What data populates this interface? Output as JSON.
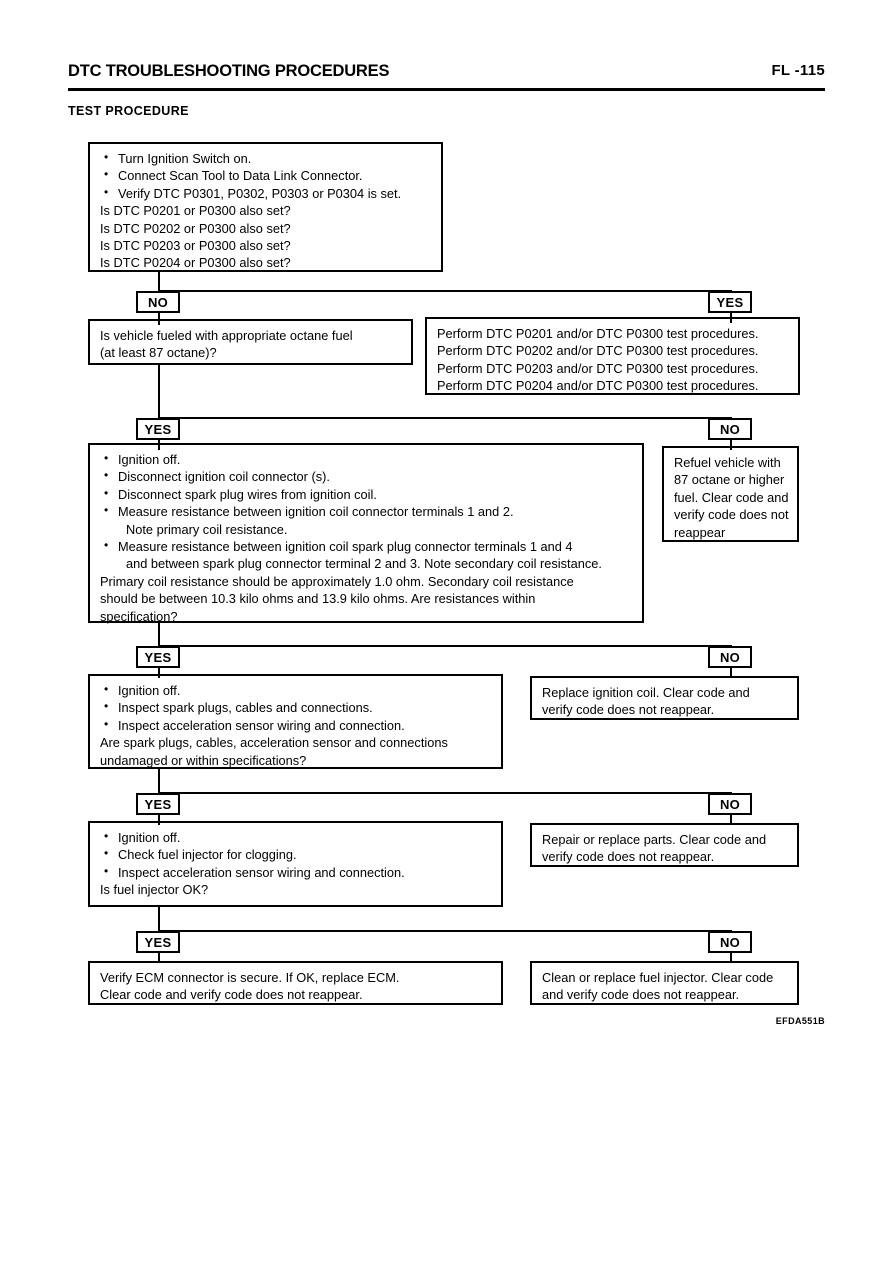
{
  "header": {
    "title": "DTC TROUBLESHOOTING PROCEDURES",
    "page_code": "FL -115"
  },
  "section_label": "TEST  PROCEDURE",
  "figure_code": "EFDA551B",
  "branch_labels": {
    "yes": "YES",
    "no": "NO"
  },
  "flow": {
    "step1": {
      "bullets": [
        "Turn Ignition Switch on.",
        "Connect Scan Tool to Data Link Connector.",
        "Verify DTC P0301, P0302, P0303 or P0304 is set."
      ],
      "questions": [
        "Is DTC P0201 or P0300 also set?",
        "Is DTC P0202 or P0300 also set?",
        "Is DTC P0203 or P0300 also set?",
        "Is DTC P0204 or P0300 also set?"
      ],
      "branch_no": "NO",
      "branch_yes": "YES"
    },
    "step1_yes_result": {
      "lines": [
        "Perform DTC P0201 and/or DTC P0300 test procedures.",
        "Perform DTC P0202 and/or DTC P0300 test procedures.",
        "Perform DTC P0203 and/or DTC P0300 test procedures.",
        "Perform DTC P0204 and/or DTC P0300 test procedures."
      ]
    },
    "step2": {
      "lines": [
        "Is vehicle fueled with appropriate octane fuel",
        "(at least 87 octane)?"
      ],
      "branch_yes": "YES",
      "branch_no": "NO"
    },
    "step2_no_result": {
      "lines": [
        "Refuel vehicle with",
        "87 octane or higher",
        "fuel. Clear code and",
        "verify code does not",
        "reappear"
      ]
    },
    "step3": {
      "bullets": [
        "Ignition off.",
        "Disconnect ignition coil connector (s).",
        "Disconnect spark plug wires from ignition coil.",
        "Measure resistance between ignition coil connector terminals 1 and 2.",
        "Note primary coil resistance.",
        "Measure resistance between ignition coil spark plug connector terminals 1 and 4",
        "and between spark plug connector terminal 2 and 3. Note secondary coil resistance."
      ],
      "bullet_continuation_indices": [
        4,
        6
      ],
      "questions": [
        "Primary coil resistance should be approximately 1.0 ohm. Secondary coil resistance",
        "should be between 10.3 kilo ohms and 13.9 kilo ohms. Are resistances within",
        "specification?"
      ],
      "branch_yes": "YES",
      "branch_no": "NO"
    },
    "step3_no_result": {
      "lines": [
        "Replace ignition coil. Clear code and",
        "verify code does not reappear."
      ]
    },
    "step4": {
      "bullets": [
        "Ignition off.",
        "Inspect spark plugs, cables and connections.",
        "Inspect acceleration sensor wiring and connection."
      ],
      "questions": [
        "Are spark plugs, cables, acceleration sensor and connections",
        "undamaged or within specifications?"
      ],
      "branch_yes": "YES",
      "branch_no": "NO"
    },
    "step4_no_result": {
      "lines": [
        "Repair or replace parts. Clear code and",
        "verify code does not reappear."
      ]
    },
    "step5": {
      "bullets": [
        "Ignition off.",
        "Check fuel injector for clogging.",
        "Inspect acceleration sensor wiring and connection."
      ],
      "questions": [
        "Is fuel injector OK?"
      ],
      "branch_yes": "YES",
      "branch_no": "NO"
    },
    "step5_no_result": {
      "lines": [
        "Clean or replace fuel injector. Clear code",
        "and verify code does not reappear."
      ]
    },
    "step6_yes_result": {
      "lines": [
        "Verify ECM connector is secure. If OK, replace ECM.",
        "Clear code and verify code does not reappear."
      ]
    }
  }
}
